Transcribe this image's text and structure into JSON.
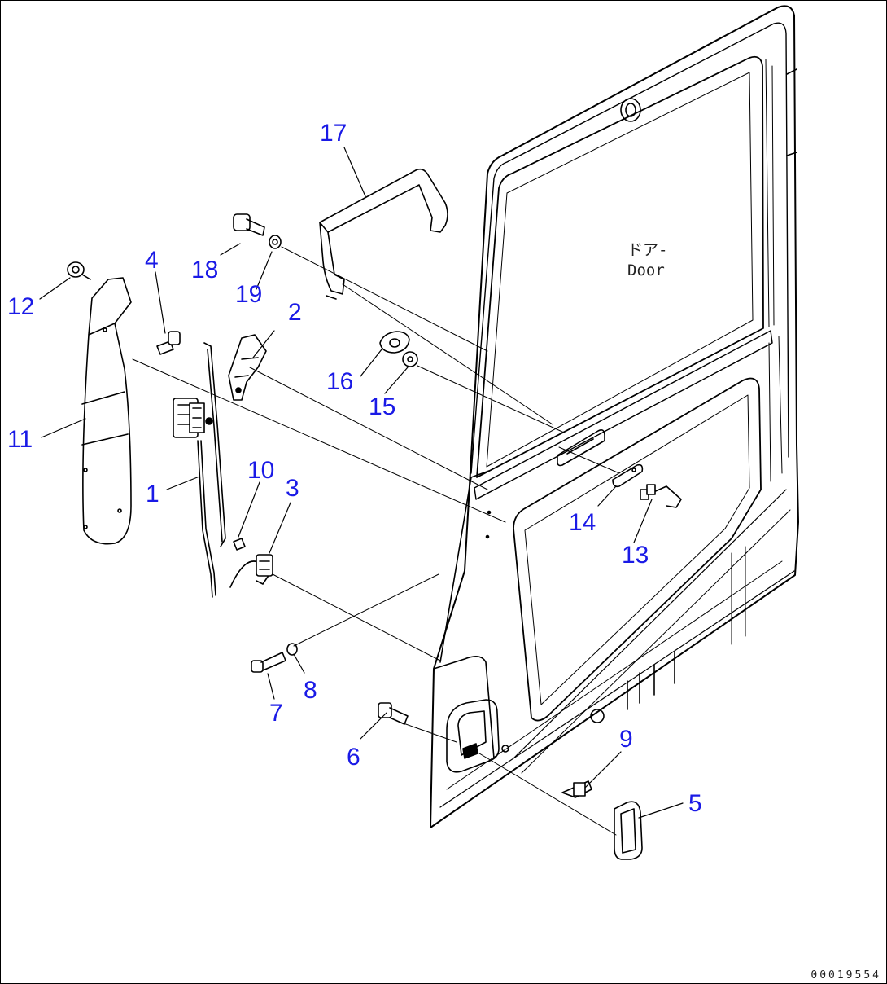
{
  "diagram": {
    "door_label_ja": "ドア-",
    "door_label_en": "Door",
    "figure_id": "00019554"
  },
  "callouts": [
    "17",
    "18",
    "19",
    "4",
    "12",
    "2",
    "16",
    "15",
    "11",
    "1",
    "10",
    "3",
    "14",
    "13",
    "8",
    "7",
    "6",
    "9",
    "5"
  ],
  "colors": {
    "callout": "#1a1ae6",
    "line": "#000000",
    "background": "#ffffff"
  }
}
